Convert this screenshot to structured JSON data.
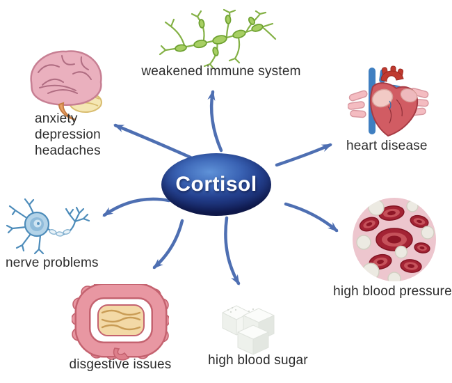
{
  "diagram": {
    "center_label": "Cortisol",
    "arrow_color": "#4e6fb2",
    "center_colors": {
      "highlight": "#5f92d8",
      "mid": "#2f58ac",
      "edge": "#13205c",
      "text": "#ffffff"
    },
    "label_color": "#2b2b2b"
  },
  "effects": [
    {
      "id": "mental",
      "label": "anxiety\ndepression\nheadaches",
      "icon": "brain-icon"
    },
    {
      "id": "immune",
      "label": "weakened immune system",
      "icon": "immune-cell-icon"
    },
    {
      "id": "heart",
      "label": "heart disease",
      "icon": "heart-icon"
    },
    {
      "id": "blood_pressure",
      "label": "high blood pressure",
      "icon": "blood-cells-icon"
    },
    {
      "id": "blood_sugar",
      "label": "high blood sugar",
      "icon": "sugar-cubes-icon"
    },
    {
      "id": "digestive",
      "label": "disgestive issues",
      "icon": "intestines-icon"
    },
    {
      "id": "nerve",
      "label": "nerve problems",
      "icon": "neuron-icon"
    }
  ]
}
